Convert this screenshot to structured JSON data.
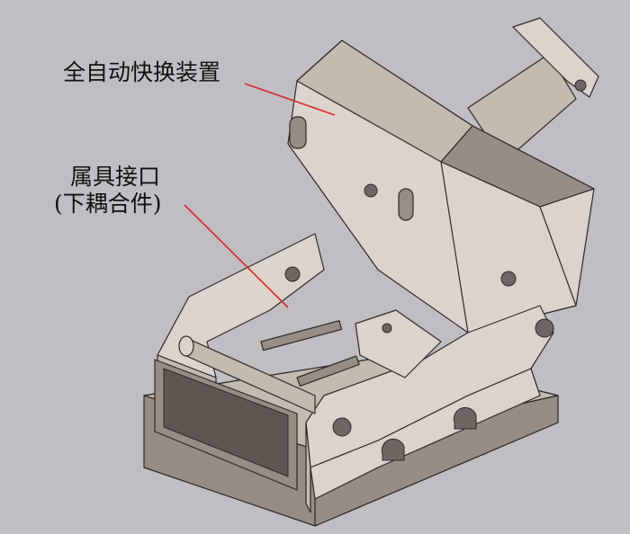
{
  "labels": {
    "quick_change_device": "全自动快换装置",
    "attachment_interface": "属具接口",
    "lower_coupling": "(下耦合件)"
  },
  "colors": {
    "background": "#c0bec3",
    "leader_line": "#d9262a",
    "part_light": "#dcd4cc",
    "part_shadow": "#978d85"
  }
}
